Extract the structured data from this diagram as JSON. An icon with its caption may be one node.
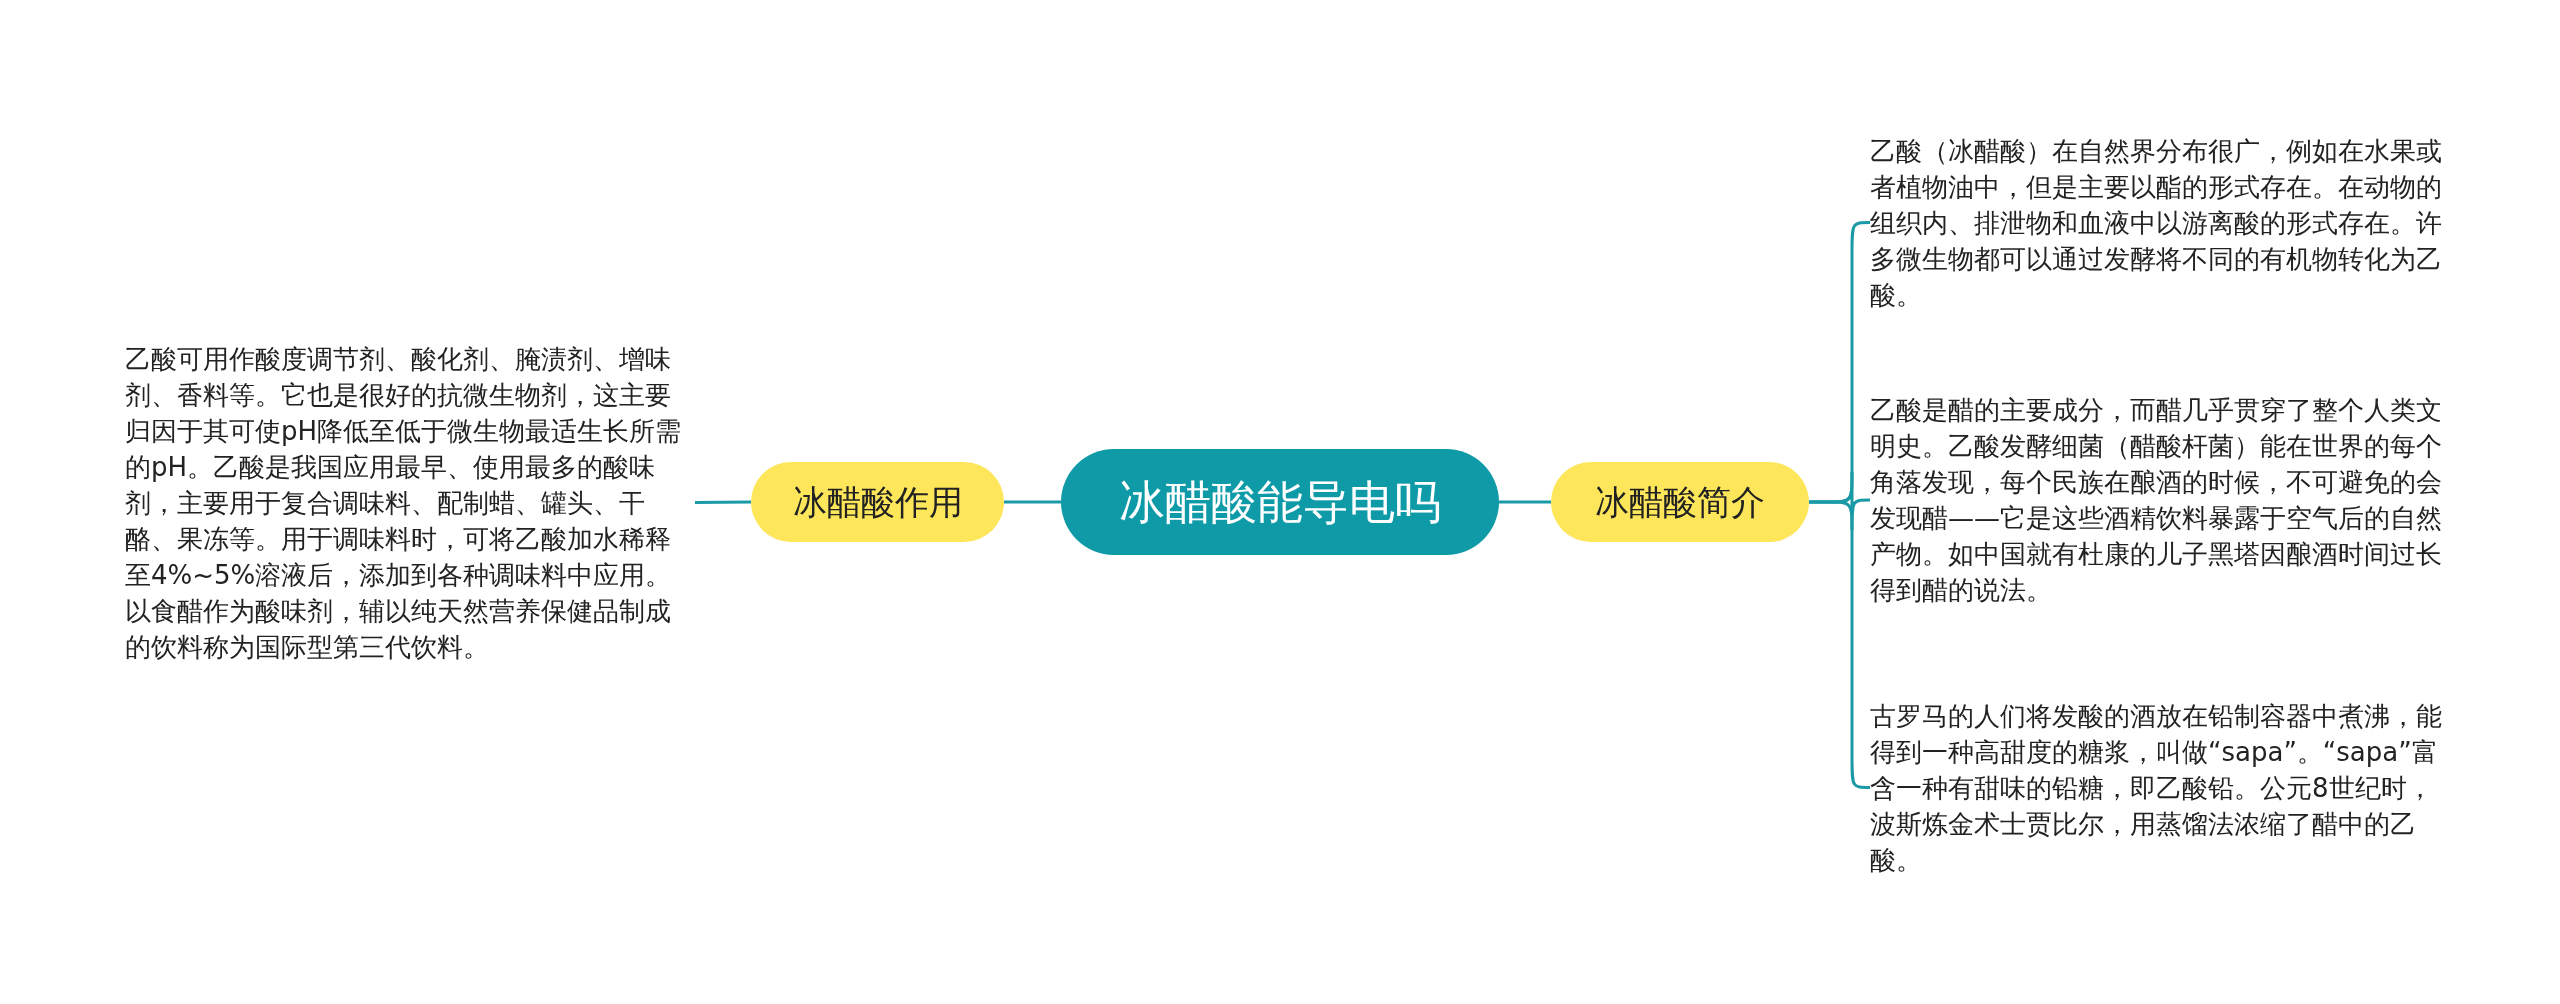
{
  "diagram": {
    "nodes": [
      {
        "text": [
          "冰醋酸能导电吗"
        ]
      },
      {
        "text": [
          "冰醋酸作用"
        ]
      },
      {
        "text": [
          "乙酸可用作酸度调节剂、酸化剂、腌渍剂、增味剂、香料等。它也是很好的抗微生物剂，这主要归因于其可使pH降低至低于微生物最适生长所需的pH。乙酸是我国应用最早、使用最多的酸味剂，主要用于复合调味料、配制蜡、罐头、干酪、果冻等。用于调味料时，可将乙酸加水稀释至4%~5%溶液后，添加到各种调味料中应用。以食醋作为酸味剂，辅以纯天然营养保健品制成的饮料称为国际型第三代饮料。"
        ]
      },
      {
        "text": [
          "冰醋酸简介"
        ]
      },
      {
        "text": [
          "乙酸（冰醋酸）在自然界分布很广，例如在水果或者植物油中，但是主要以酯的形式存在。在动物的组织内、排泄物和血液中以游离酸的形式存在。许多微生物都可以通过发酵将不同的有机物转化为乙酸。"
        ]
      },
      {
        "text": [
          "乙酸是醋的主要成分，而醋几乎贯穿了整个人类文明史。乙酸发酵细菌（醋酸杆菌）能在世界的每个角落发现，每个民族在酿酒的时候，不可避免的会发现醋——它是这些酒精饮料暴露于空气后的自然产物。如中国就有杜康的儿子黑塔因酿酒时间过长得到醋的说法。"
        ]
      },
      {
        "text": [
          "古罗马的人们将发酸的酒放在铅制容器中煮沸，能得到一种高甜度的糖浆，叫做“sapa”。“sapa”富含一种有甜味的铅糖，即乙酸铅。公元8世纪时，波斯炼金术士贾比尔，用蒸馏法浓缩了醋中的乙酸。"
        ]
      }
    ],
    "edges": [
      {
        "from": 0,
        "to": 1,
        "arrow": "none"
      },
      {
        "from": 1,
        "to": 2,
        "arrow": "none"
      },
      {
        "from": 0,
        "to": 3,
        "arrow": "none"
      },
      {
        "from": 3,
        "to": 4,
        "arrow": "none"
      },
      {
        "from": 3,
        "to": 5,
        "arrow": "none"
      },
      {
        "from": 3,
        "to": 6,
        "arrow": "none"
      }
    ]
  }
}
